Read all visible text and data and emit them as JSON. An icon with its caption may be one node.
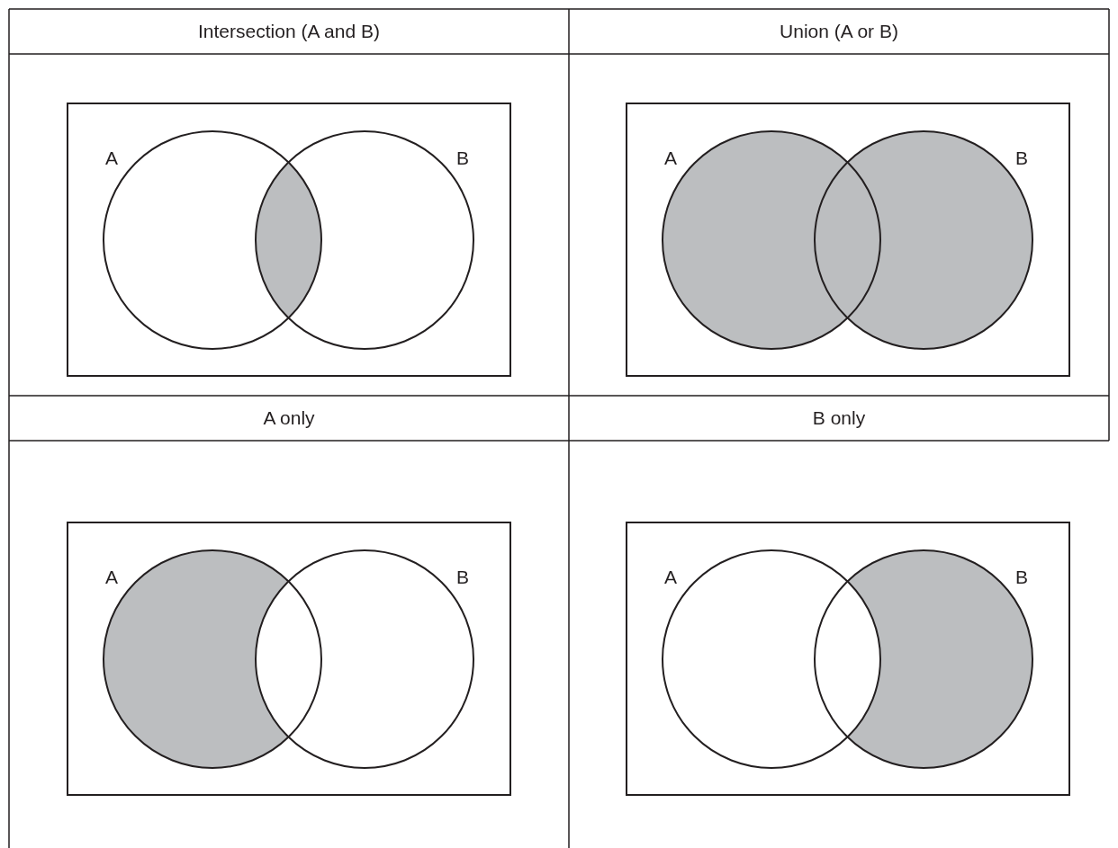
{
  "diagram": {
    "labels": [
      "Intersection (A and B)",
      "Union (A or B)",
      "A",
      "B",
      "A",
      "B",
      "A only",
      "B only",
      "A",
      "B",
      "A",
      "B"
    ]
  }
}
